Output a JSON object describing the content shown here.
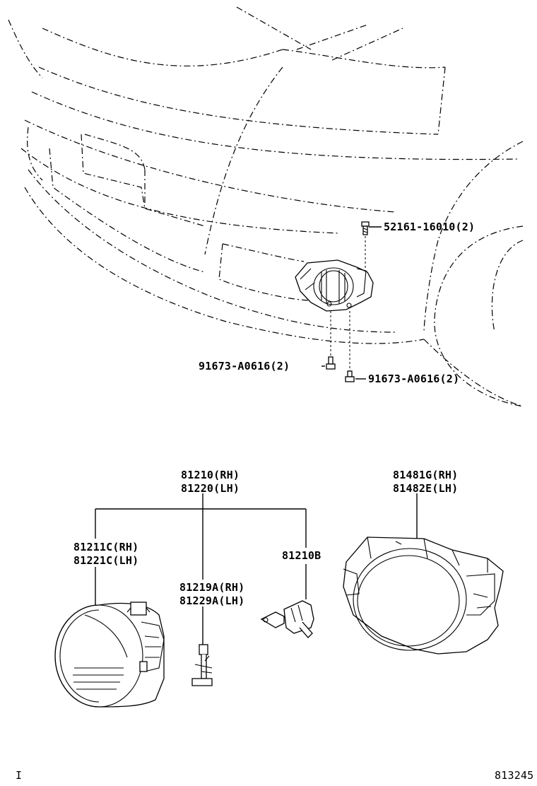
{
  "labels": {
    "bolt_top": "52161-16010(2)",
    "screw_left": "91673-A0616(2)",
    "screw_right": "91673-A0616(2)",
    "fog_lamp_rh": "81210(RH)",
    "fog_lamp_lh": "81220(LH)",
    "lens_rh": "81211C(RH)",
    "lens_lh": "81221C(LH)",
    "bulb": "81210B",
    "socket_rh": "81219A(RH)",
    "socket_lh": "81229A(LH)",
    "cover_rh": "81481G(RH)",
    "cover_lh": "81482E(LH)"
  },
  "footer": {
    "left_mark": "I",
    "illustration_number": "813245"
  }
}
